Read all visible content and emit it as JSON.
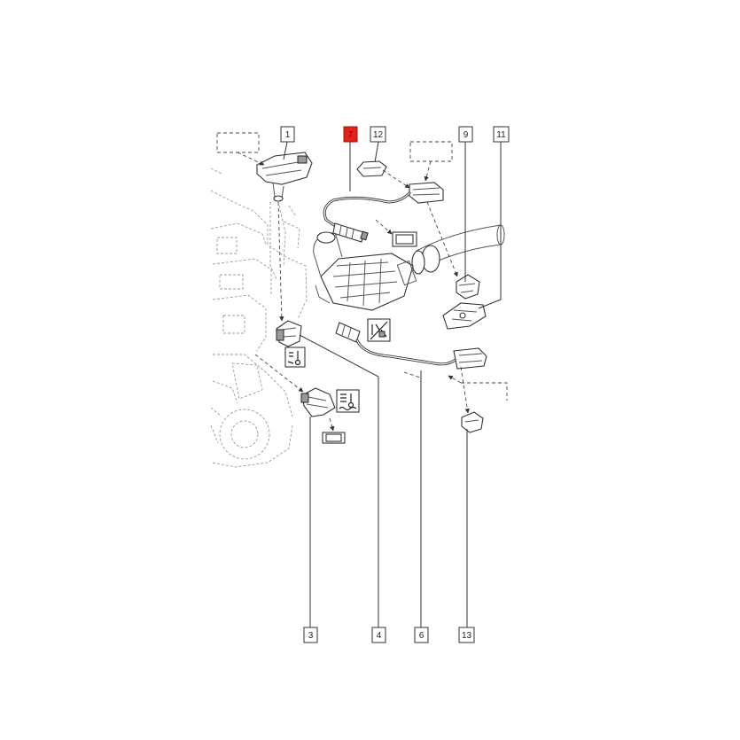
{
  "callouts": {
    "c1": "1",
    "c7": "7",
    "c12": "12",
    "c9": "9",
    "c11": "11",
    "c3": "3",
    "c4": "4",
    "c6": "6",
    "c13": "13"
  },
  "colors": {
    "highlight": "#e32119",
    "line": "#333333",
    "drawing": "#9a9a9a"
  }
}
